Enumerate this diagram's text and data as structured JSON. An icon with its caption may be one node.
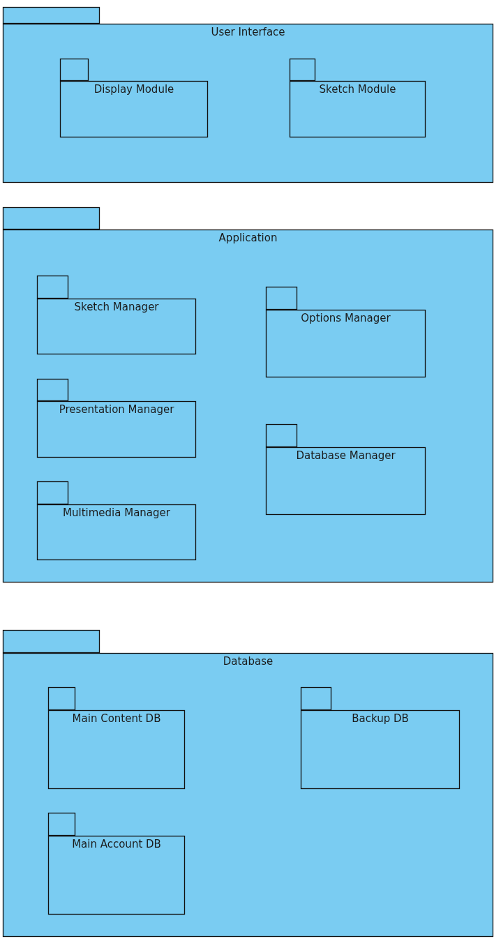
{
  "diagram": {
    "nodes": [
      {
        "text": [
          "User Interface"
        ]
      },
      {
        "text": [
          "Display Module"
        ],
        "in": 0
      },
      {
        "text": [
          "Sketch Module"
        ],
        "in": 0
      },
      {
        "text": [
          "Application"
        ]
      },
      {
        "text": [
          "Sketch Manager"
        ],
        "in": 3
      },
      {
        "text": [
          "Presentation Manager"
        ],
        "in": 3
      },
      {
        "text": [
          "Multimedia Manager"
        ],
        "in": 3
      },
      {
        "text": [
          "Options Manager"
        ],
        "in": 3
      },
      {
        "text": [
          "Database Manager"
        ],
        "in": 3
      },
      {
        "text": [
          "Database"
        ]
      },
      {
        "text": [
          "Main Content DB"
        ],
        "in": 9
      },
      {
        "text": [
          "Backup DB"
        ],
        "in": 9
      },
      {
        "text": [
          "Main Account DB"
        ],
        "in": 9
      }
    ]
  }
}
